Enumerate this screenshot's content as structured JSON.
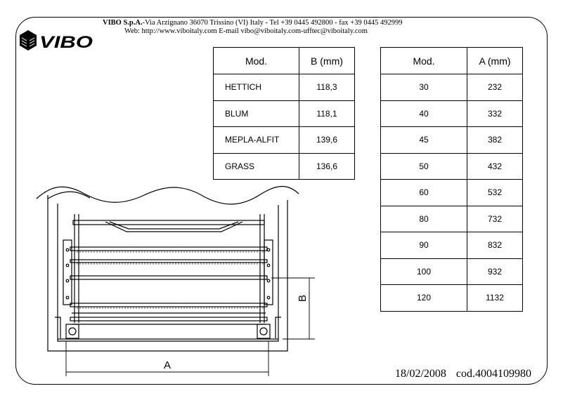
{
  "header": {
    "company_bold": "VIBO S.p.A.",
    "address": "-Via Arzignano 36070 Trissino (VI) Italy - Tel +39 0445 492800 - fax +39 0445 492999",
    "web_line": "Web: http://www.viboitaly.com  E-mail vibo@viboitaly.com-ufftec@viboitaly.com"
  },
  "logo": {
    "text": "VIBO"
  },
  "table_b": {
    "headers": [
      "Mod.",
      "B (mm)"
    ],
    "rows": [
      [
        "HETTICH",
        "118,3"
      ],
      [
        "BLUM",
        "118,1"
      ],
      [
        "MEPLA-ALFIT",
        "139,6"
      ],
      [
        "GRASS",
        "136,6"
      ]
    ]
  },
  "table_a": {
    "headers": [
      "Mod.",
      "A (mm)"
    ],
    "rows": [
      [
        "30",
        "232"
      ],
      [
        "40",
        "332"
      ],
      [
        "45",
        "382"
      ],
      [
        "50",
        "432"
      ],
      [
        "60",
        "532"
      ],
      [
        "80",
        "732"
      ],
      [
        "90",
        "832"
      ],
      [
        "100",
        "932"
      ],
      [
        "120",
        "1132"
      ]
    ]
  },
  "drawing": {
    "label_a": "A",
    "label_b": "B"
  },
  "footer": {
    "date": "18/02/2008",
    "code": "cod.4004109980"
  }
}
